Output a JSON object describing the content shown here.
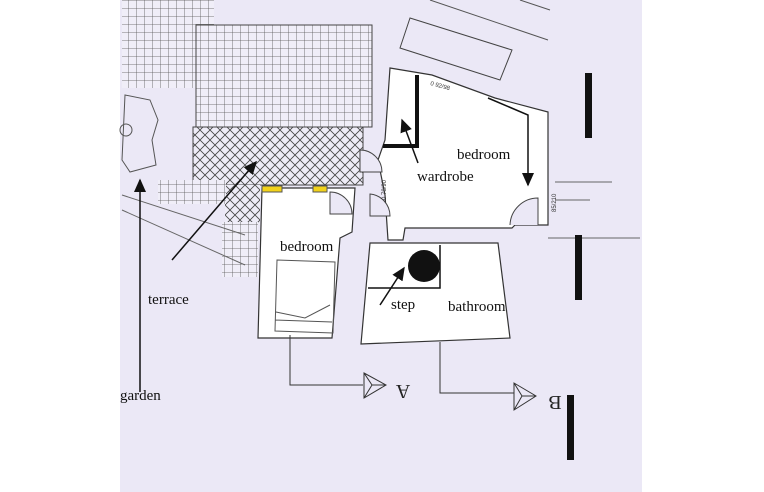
{
  "plan": {
    "labels": {
      "bedroom_upper": "bedroom",
      "wardrobe": "wardrobe",
      "bedroom_lower": "bedroom",
      "step": "step",
      "bathroom": "bathroom",
      "terrace": "terrace",
      "garden": "garden"
    },
    "section_markers": {
      "a": "A",
      "b": "B"
    },
    "dimensions": {
      "top_door": "0 92/98",
      "right_door": "85/210",
      "left_door": "0 78/90"
    },
    "colors": {
      "paper": "#ebe8f6",
      "room_fill": "#ffffff",
      "line": "#3a3a3a",
      "window": "#f2d21a",
      "annotation": "#111111"
    }
  }
}
